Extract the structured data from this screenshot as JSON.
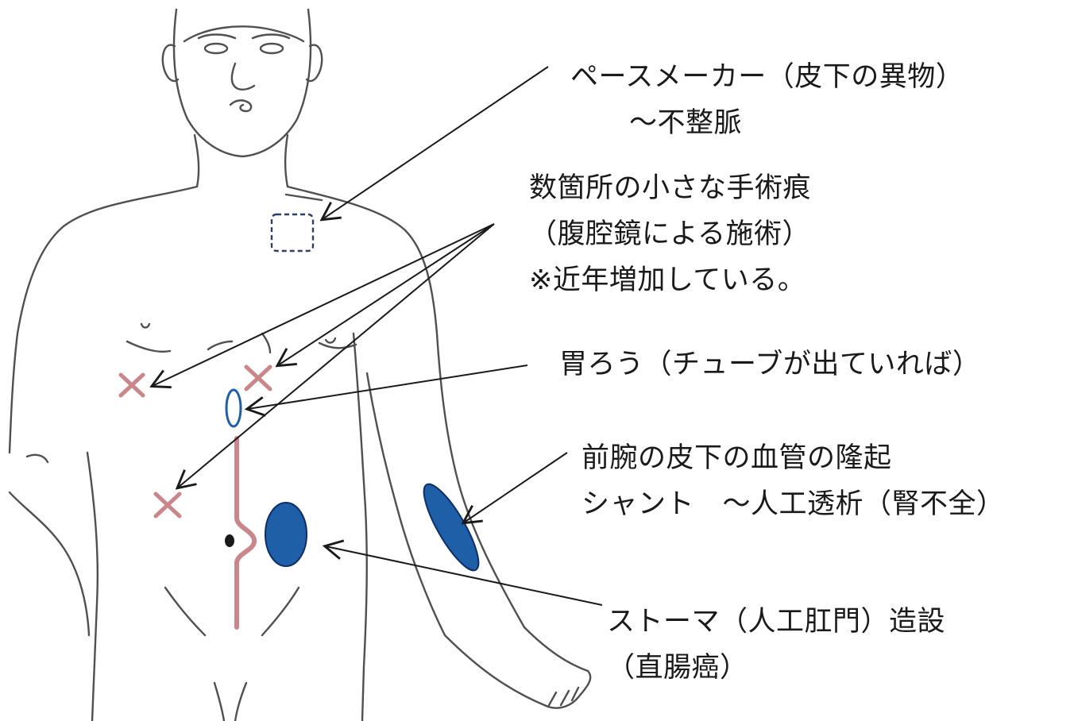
{
  "colors": {
    "outline": "#505050",
    "scar": "#c9878b",
    "accent_blue": "#1f5fa8",
    "device_outline": "#2e3f66",
    "arrow": "#1a1a1a"
  },
  "labels": {
    "pacemaker": {
      "line1": "ペースメーカー（皮下の異物）",
      "line2": "〜不整脈"
    },
    "laparoscopy": {
      "line1": "数箇所の小さな手術痕",
      "line2": "（腹腔鏡による施術）",
      "line3": "※近年増加している。"
    },
    "gastrostomy": {
      "line1": "胃ろう（チューブが出ていれば）"
    },
    "shunt": {
      "line1": "前腕の皮下の血管の隆起",
      "line2": "シャント　〜人工透析（腎不全）"
    },
    "stoma": {
      "line1": "ストーマ（人工肛門）造設",
      "line2": "（直腸癌）"
    }
  },
  "icons": {
    "pacemaker_marker": "dashed-square",
    "scar_marker": "x-cross",
    "gastrostomy_marker": "small-oval",
    "stoma_marker": "filled-oval",
    "shunt_marker": "filled-ellipse"
  }
}
